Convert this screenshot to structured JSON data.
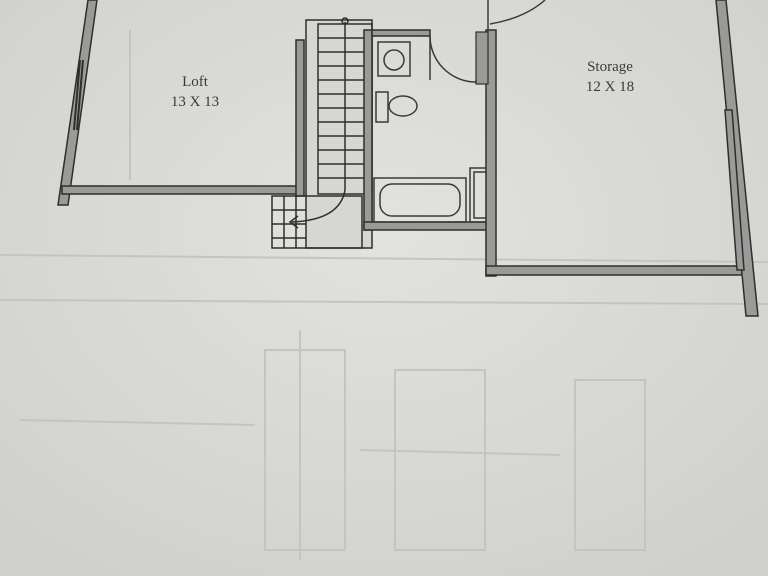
{
  "rooms": [
    {
      "name": "Loft",
      "dimensions": "13 X 13"
    },
    {
      "name": "Storage",
      "dimensions": "12 X 18"
    }
  ],
  "colors": {
    "paper": "#dcdcd8",
    "wall_dark": "#2e2e2e",
    "wall_fill": "#9a9a98",
    "fixture": "#3a3a3a",
    "ghost": "#c8c8c5"
  }
}
